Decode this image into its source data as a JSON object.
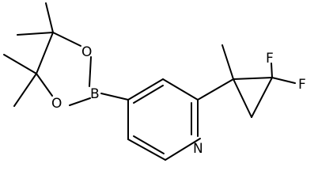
{
  "molecule": {
    "atoms": {
      "nitrogen": "N",
      "boron": "B",
      "oxygen_upper": "O",
      "oxygen_lower": "O",
      "fluorine_top": "F",
      "fluorine_right": "F"
    },
    "colors": {
      "bond": "#000000",
      "label": "#000000",
      "background": "#ffffff"
    }
  }
}
